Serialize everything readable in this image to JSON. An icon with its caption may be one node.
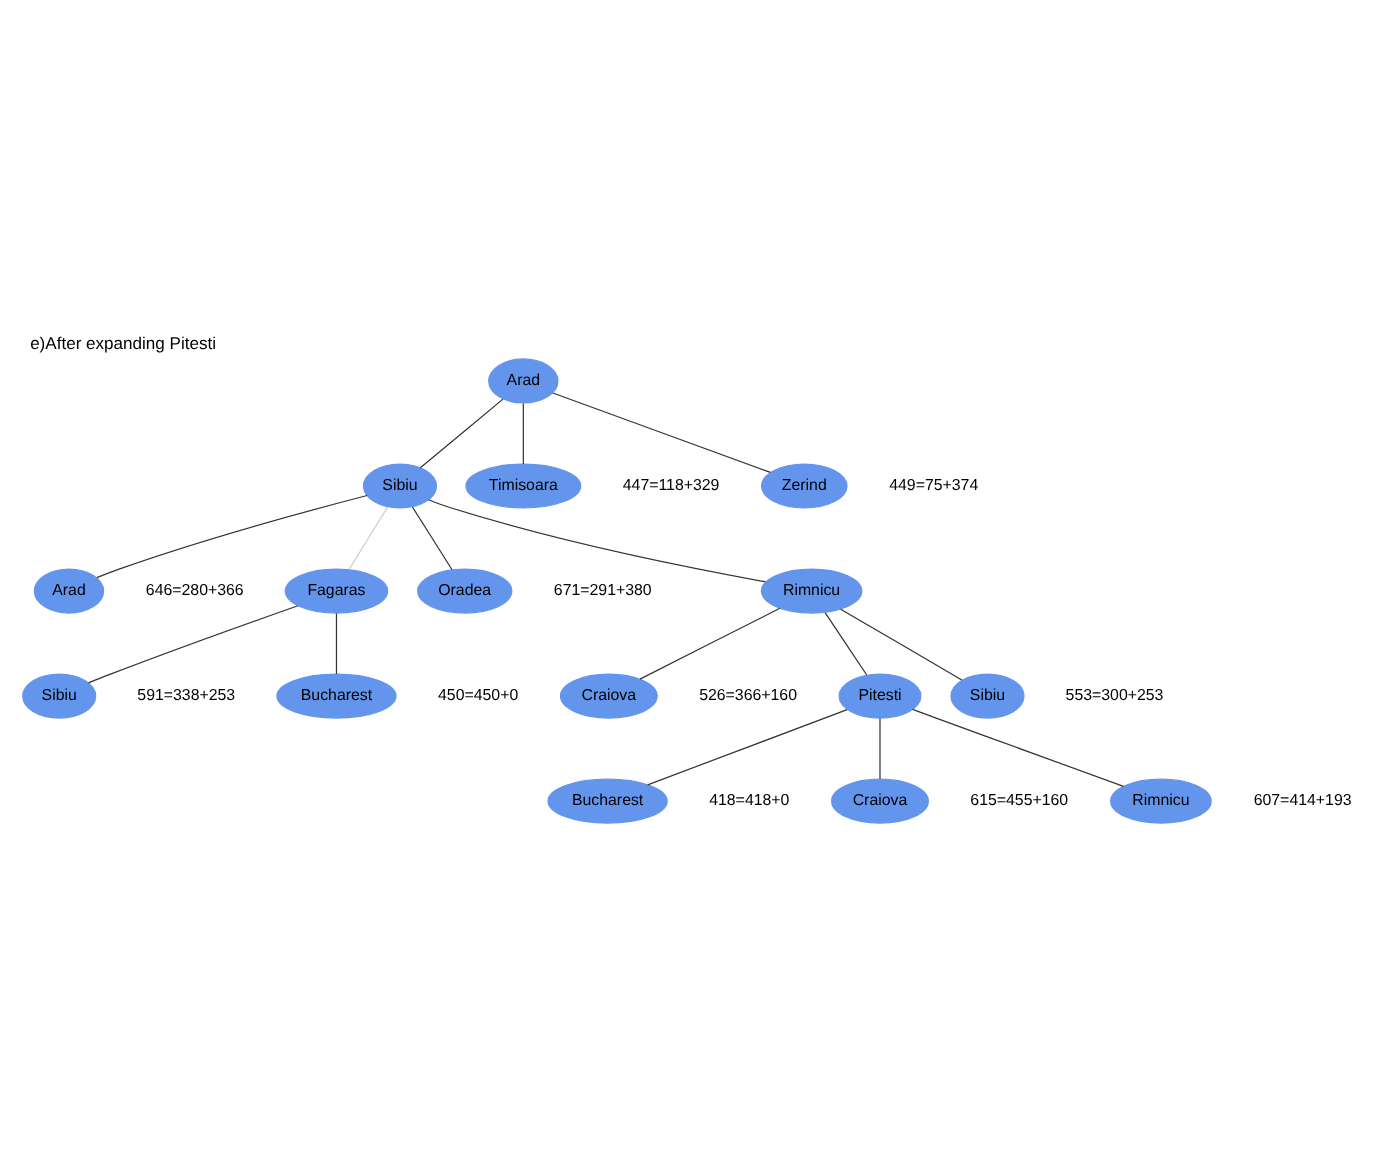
{
  "diagram": {
    "title": "e)After expanding Pitesti",
    "nodes": [
      {
        "text": [
          "Arad"
        ]
      },
      {
        "text": [
          "Sibiu"
        ]
      },
      {
        "text": [
          "Timisoara"
        ],
        "beside": [
          "447=118+329"
        ]
      },
      {
        "text": [
          "Zerind"
        ],
        "beside": [
          "449=75+374"
        ]
      },
      {
        "text": [
          "Arad"
        ],
        "beside": [
          "646=280+366"
        ]
      },
      {
        "text": [
          "Fagaras"
        ]
      },
      {
        "text": [
          "Oradea"
        ],
        "beside": [
          "671=291+380"
        ]
      },
      {
        "text": [
          "Rimnicu"
        ]
      },
      {
        "text": [
          "Sibiu"
        ],
        "beside": [
          "591=338+253"
        ]
      },
      {
        "text": [
          "Bucharest"
        ],
        "beside": [
          "450=450+0"
        ]
      },
      {
        "text": [
          "Craiova"
        ],
        "beside": [
          "526=366+160"
        ]
      },
      {
        "text": [
          "Pitesti"
        ]
      },
      {
        "text": [
          "Sibiu"
        ],
        "beside": [
          "553=300+253"
        ]
      },
      {
        "text": [
          "Bucharest"
        ],
        "beside": [
          "418=418+0"
        ]
      },
      {
        "text": [
          "Craiova"
        ],
        "beside": [
          "615=455+160"
        ]
      },
      {
        "text": [
          "Rimnicu"
        ],
        "beside": [
          "607=414+193"
        ]
      }
    ],
    "edges": [
      {
        "from": 0,
        "to": 1,
        "arrow": "none"
      },
      {
        "from": 0,
        "to": 2,
        "arrow": "none"
      },
      {
        "from": 0,
        "to": 3,
        "arrow": "none"
      },
      {
        "from": 1,
        "to": 4,
        "arrow": "none"
      },
      {
        "from": 1,
        "to": 5,
        "arrow": "none",
        "color": "#cccccc"
      },
      {
        "from": 1,
        "to": 6,
        "arrow": "none"
      },
      {
        "from": 1,
        "to": 7,
        "arrow": "none"
      },
      {
        "from": 5,
        "to": 8,
        "arrow": "none"
      },
      {
        "from": 5,
        "to": 9,
        "arrow": "none"
      },
      {
        "from": 7,
        "to": 10,
        "arrow": "none"
      },
      {
        "from": 7,
        "to": 11,
        "arrow": "none"
      },
      {
        "from": 7,
        "to": 12,
        "arrow": "none"
      },
      {
        "from": 11,
        "to": 13,
        "arrow": "none"
      },
      {
        "from": 11,
        "to": 14,
        "arrow": "none"
      },
      {
        "from": 11,
        "to": 15,
        "arrow": "none"
      }
    ]
  }
}
